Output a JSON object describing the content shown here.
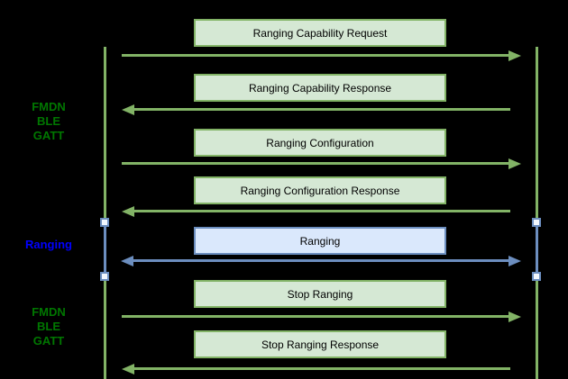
{
  "colors": {
    "background": "#000000",
    "green_stroke": "#82b366",
    "green_fill": "#d5e8d4",
    "blue_stroke": "#6c8ebf",
    "blue_fill": "#dae8fc",
    "phase_green_text": "#007700",
    "phase_blue_text": "#0000ff",
    "message_text": "#000000"
  },
  "phase_labels": [
    {
      "name": "fmdn-ble-gatt-top",
      "lines": [
        "FMDN",
        "BLE",
        "GATT"
      ],
      "color": "#007700"
    },
    {
      "name": "ranging",
      "lines": [
        "Ranging"
      ],
      "color": "#0000ff"
    },
    {
      "name": "fmdn-ble-gatt-bottom",
      "lines": [
        "FMDN",
        "BLE",
        "GATT"
      ],
      "color": "#007700"
    }
  ],
  "messages": [
    {
      "label": "Ranging Capability Request",
      "direction": "right",
      "style": "green"
    },
    {
      "label": "Ranging Capability Response",
      "direction": "left",
      "style": "green"
    },
    {
      "label": "Ranging Configuration",
      "direction": "right",
      "style": "green"
    },
    {
      "label": "Ranging Configuration Response",
      "direction": "left",
      "style": "green"
    },
    {
      "label": "Ranging",
      "direction": "both",
      "style": "blue"
    },
    {
      "label": "Stop Ranging",
      "direction": "right",
      "style": "green"
    },
    {
      "label": "Stop Ranging Response",
      "direction": "left",
      "style": "green"
    }
  ]
}
